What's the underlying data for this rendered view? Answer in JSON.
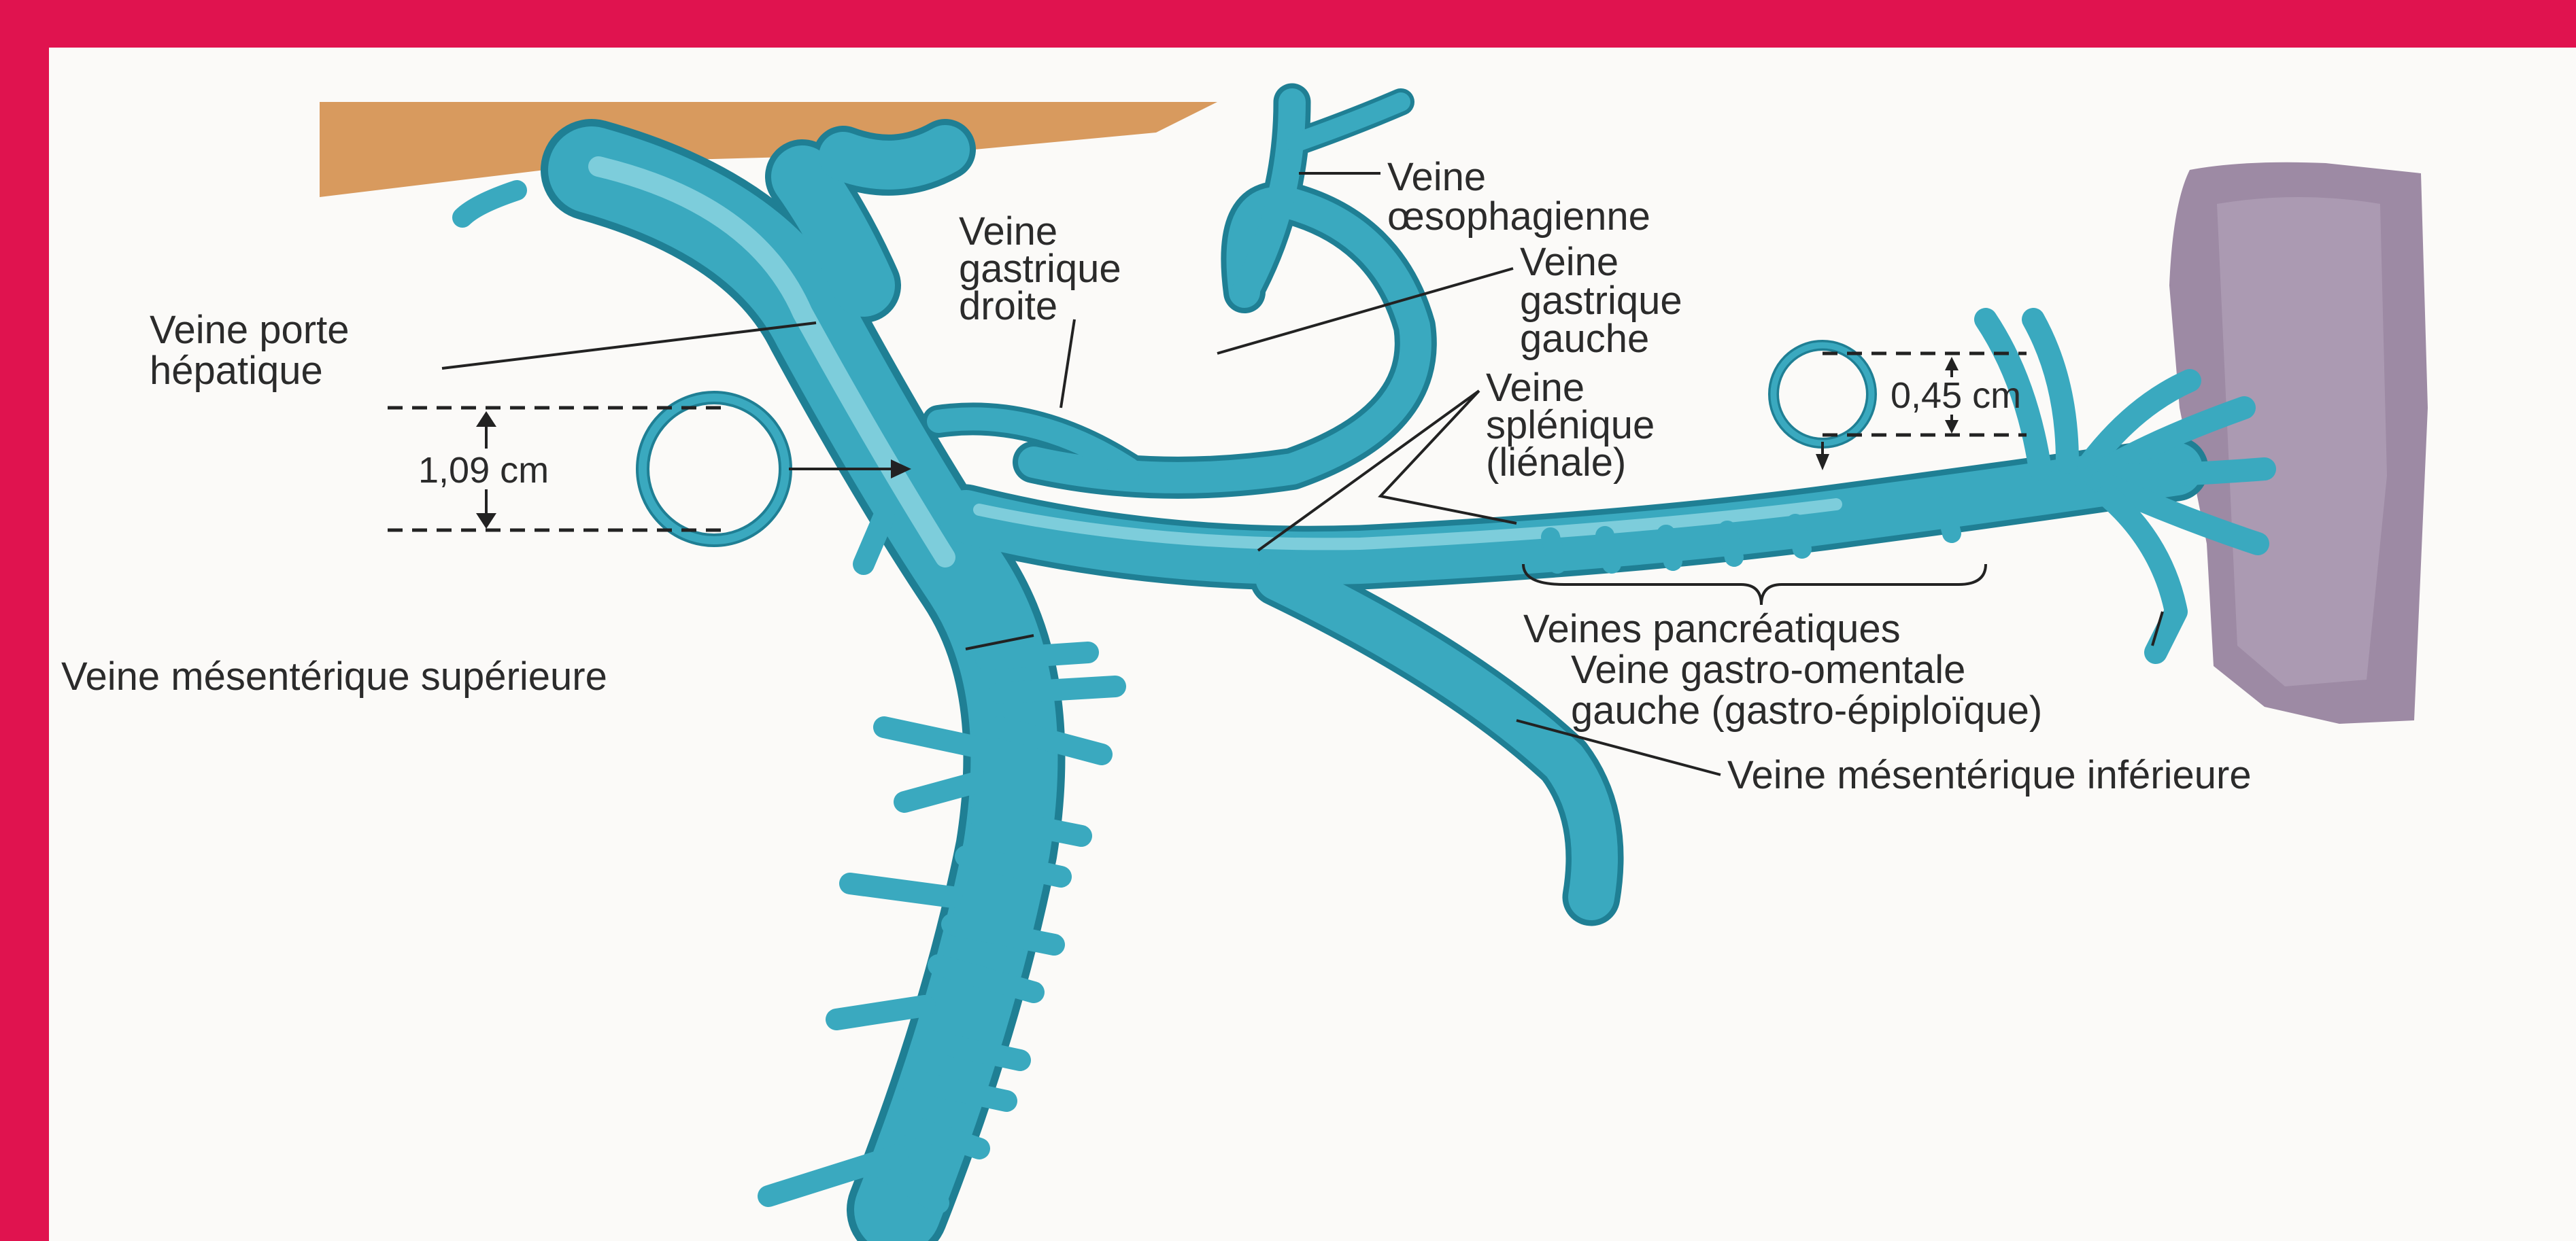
{
  "diagram": {
    "labels": {
      "veine_porte_1": "Veine porte",
      "veine_porte_2": "hépatique",
      "gastrique_droite_1": "Veine",
      "gastrique_droite_2": "gastrique",
      "gastrique_droite_3": "droite",
      "oesophagienne_1": "Veine",
      "oesophagienne_2": "œsophagienne",
      "gastrique_gauche_1": "Veine",
      "gastrique_gauche_2": "gastrique",
      "gastrique_gauche_3": "gauche",
      "splenique_1": "Veine",
      "splenique_2": "splénique",
      "splenique_3": "(liénale)",
      "pancreatiques": "Veines pancréatiques",
      "gastro_omentale_1": "Veine gastro-omentale",
      "gastro_omentale_2": "gauche (gastro-épiploïque)",
      "mesenterique_sup": "Veine mésentérique supérieure",
      "mesenterique_inf": "Veine mésentérique inférieure"
    },
    "measurements": {
      "porte_diameter": "1,09 cm",
      "splenique_diameter": "0,45 cm"
    },
    "colors": {
      "border": "#e0134f",
      "vein": "#3aa9bf",
      "vein_dark": "#1f7f94",
      "vein_light": "#8fd6e2",
      "liver": "#d89a5e",
      "spleen": "#9d8aa4"
    }
  }
}
